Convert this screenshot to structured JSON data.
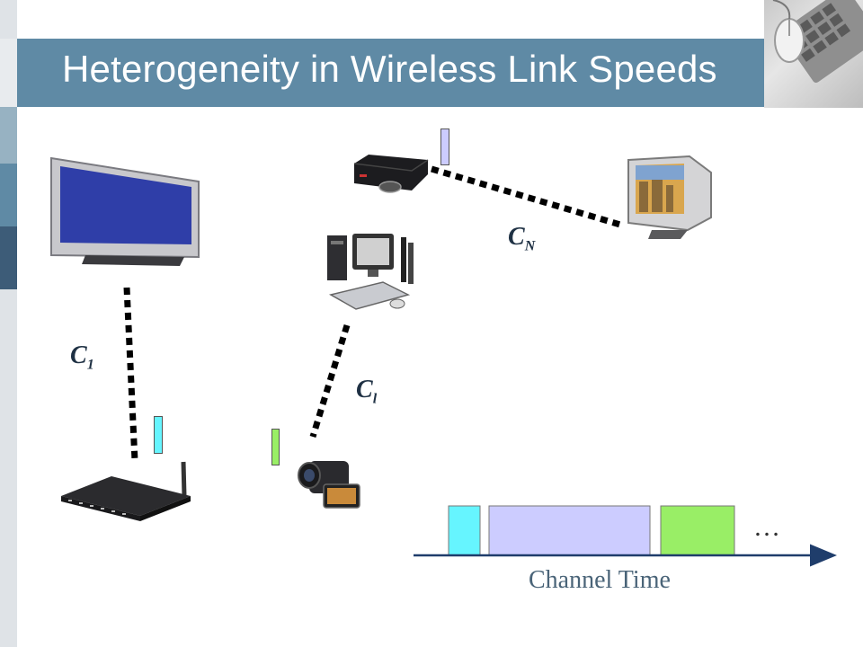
{
  "title": "Heterogeneity in Wireless Link Speeds",
  "labels": {
    "c1": {
      "base": "C",
      "sub": "1"
    },
    "cl": {
      "base": "C",
      "sub": "l"
    },
    "cn": {
      "base": "C",
      "sub": "N"
    }
  },
  "timeline": {
    "caption": "Channel Time",
    "ellipsis": "…",
    "slot_colors": [
      "#66f5ff",
      "#ccccff",
      "#99ee66"
    ]
  },
  "colors": {
    "title_bar": "#5f8aa5",
    "link_cyan": "#66f5ff",
    "link_lavender": "#ccccff",
    "link_green": "#99ee66",
    "dotted_link": "#000000"
  },
  "icons": {
    "tv": "flat-panel-tv-icon",
    "router": "wireless-router-icon",
    "desktop": "desktop-computer-icon",
    "projector": "projector-icon",
    "camcorder": "camcorder-icon",
    "monitor": "crt-monitor-icon",
    "corner": "keyboard-mouse-photo"
  }
}
